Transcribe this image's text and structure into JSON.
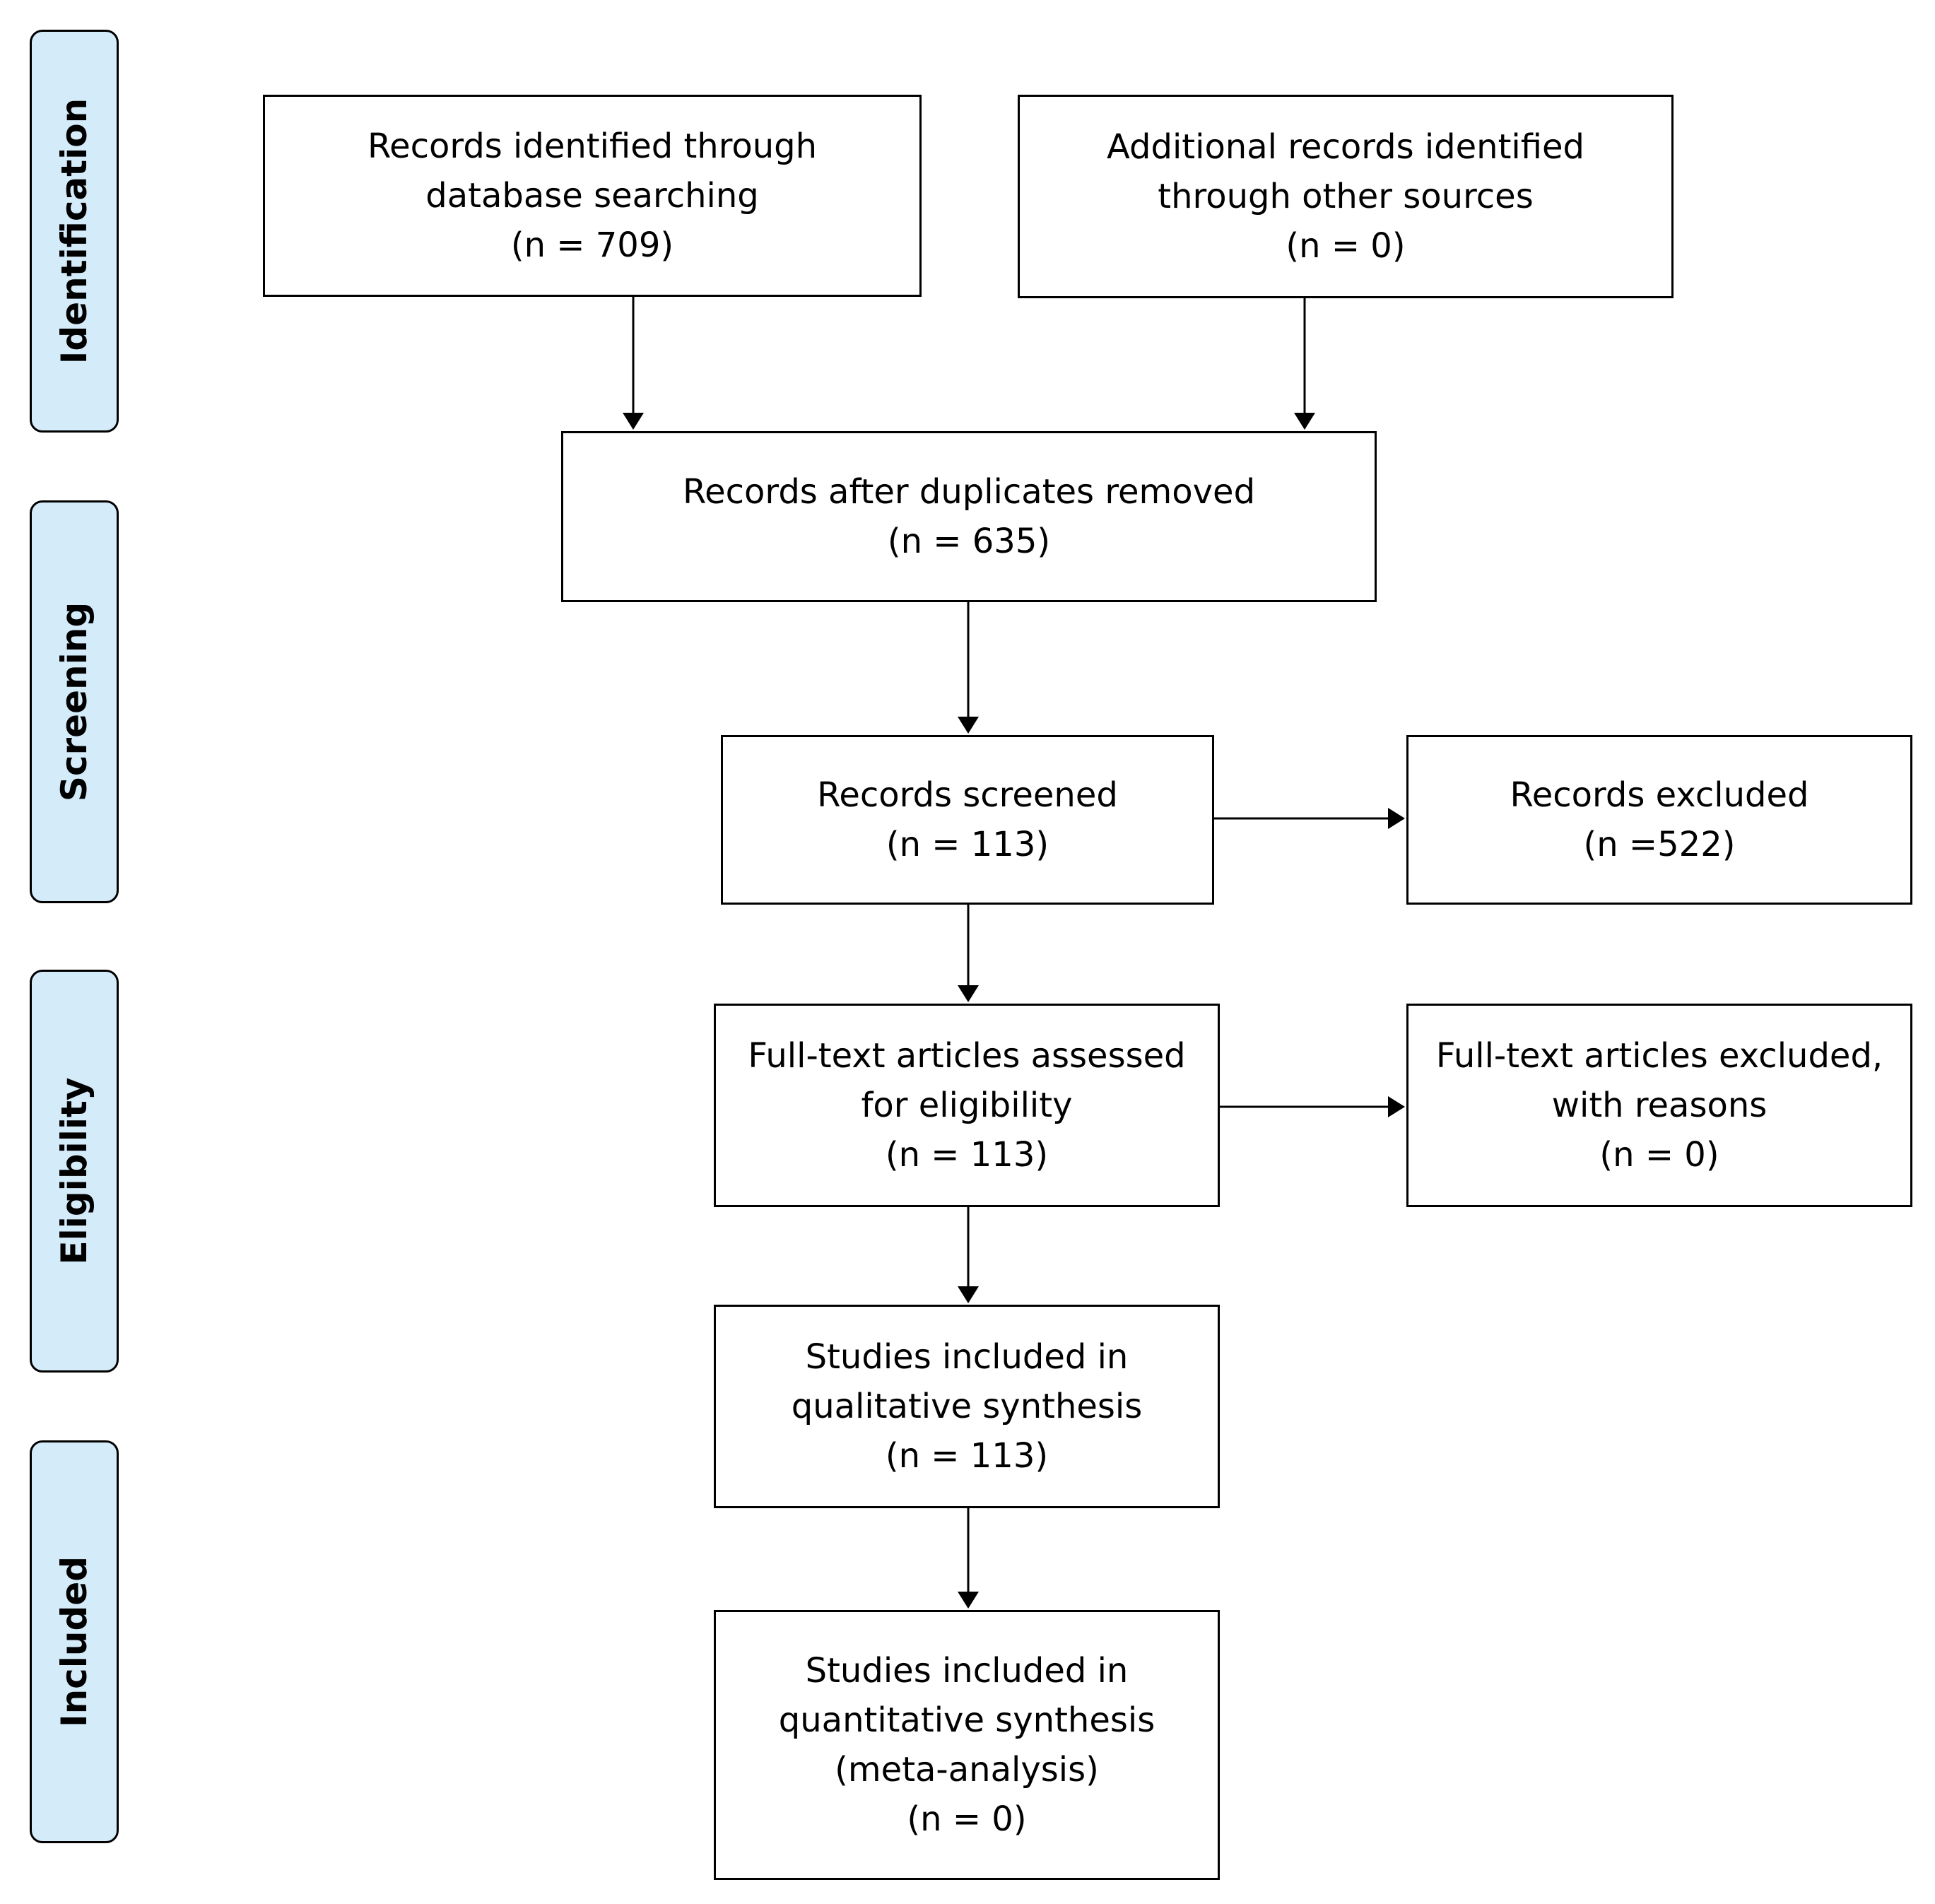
{
  "stages": {
    "identification": "Identification",
    "screening": "Screening",
    "eligibility": "Eligibility",
    "included": "Included"
  },
  "boxes": {
    "database_search": {
      "lines": [
        "Records identified through",
        "database searching",
        "(n = 709)"
      ]
    },
    "other_sources": {
      "lines": [
        "Additional records identified",
        "through other sources",
        "(n = 0)"
      ]
    },
    "after_duplicates": {
      "lines": [
        "Records after duplicates removed",
        "(n = 635)"
      ]
    },
    "screened": {
      "lines": [
        "Records screened",
        "(n = 113)"
      ]
    },
    "excluded": {
      "lines": [
        "Records excluded",
        "(n =522)"
      ]
    },
    "fulltext_assessed": {
      "lines": [
        "Full-text articles assessed",
        "for eligibility",
        "(n = 113)"
      ]
    },
    "fulltext_excluded": {
      "lines": [
        "Full-text articles excluded,",
        "with reasons",
        "(n = 0)"
      ]
    },
    "qualitative": {
      "lines": [
        "Studies included in",
        "qualitative synthesis",
        "(n = 113)"
      ]
    },
    "quantitative": {
      "lines": [
        "Studies included in",
        "quantitative synthesis",
        "(meta-analysis)",
        "(n = 0)"
      ]
    }
  },
  "colors": {
    "stage_fill": "#d4ebfa",
    "stroke": "#000000",
    "box_fill": "#ffffff"
  }
}
